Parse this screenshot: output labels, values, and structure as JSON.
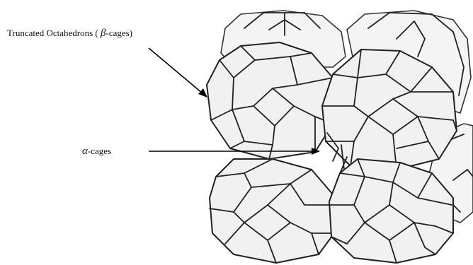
{
  "labels": {
    "beta_prefix": "Truncated Octahedrons ( ",
    "beta_symbol": "β",
    "beta_suffix": "-cages)",
    "alpha_symbol": "α",
    "alpha_suffix": "-cages"
  },
  "colors": {
    "line": "#222222",
    "fill": "#f1f1f1",
    "background": "#ffffff"
  }
}
